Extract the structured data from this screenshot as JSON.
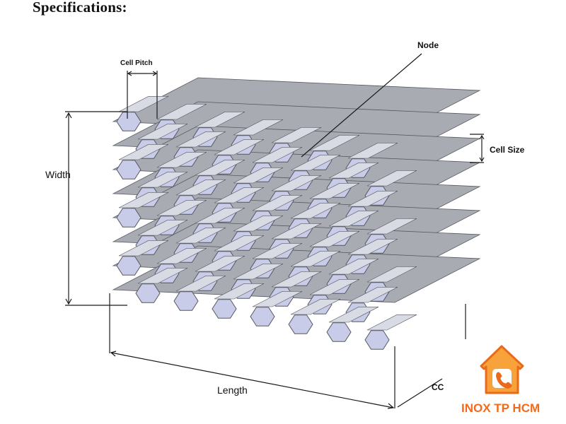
{
  "title": "Specifications:",
  "labels": {
    "cell_pitch": "Cell Pitch",
    "node": "Node",
    "cell_size": "Cell Size",
    "width": "Width",
    "length": "Length",
    "cut_label": "CC"
  },
  "brand": {
    "text": "INOX TP HCM",
    "color": "#f26a1b",
    "icon": "house-phone-logo"
  },
  "colors": {
    "cell_face": "#c8cce8",
    "cell_side": "#a9abb3",
    "cell_stroke": "#555861",
    "dimension_line": "#1a1a1a"
  }
}
